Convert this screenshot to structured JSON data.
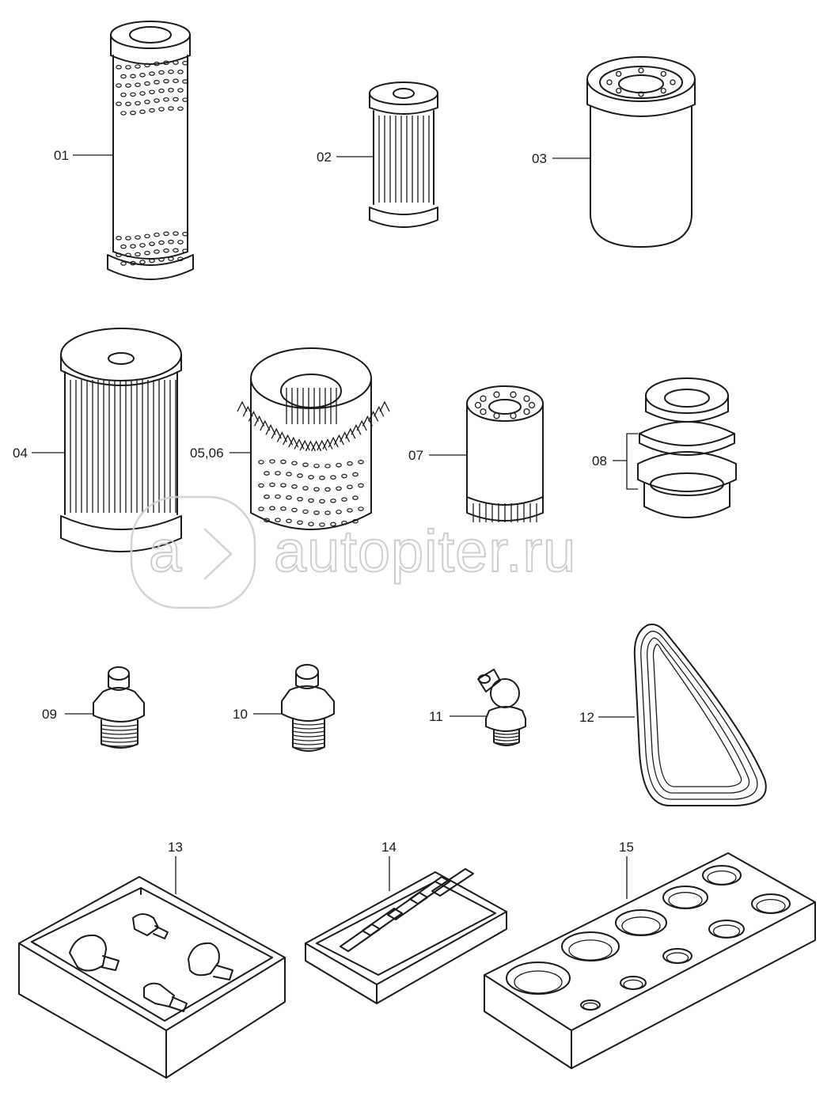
{
  "parts": [
    {
      "label": "01",
      "name": "perforated cylindrical filter element"
    },
    {
      "label": "02",
      "name": "small pleated filter element"
    },
    {
      "label": "03",
      "name": "canister filter"
    },
    {
      "label": "04",
      "name": "large pleated filter element"
    },
    {
      "label": "05,06",
      "name": "air filter element with star pleats"
    },
    {
      "label": "07",
      "name": "spin-on oil filter"
    },
    {
      "label": "08",
      "name": "two-piece filter set"
    },
    {
      "label": "09",
      "name": "straight grease nipple"
    },
    {
      "label": "10",
      "name": "straight grease nipple"
    },
    {
      "label": "11",
      "name": "angled grease nipple"
    },
    {
      "label": "12",
      "name": "V-belt"
    },
    {
      "label": "13",
      "name": "grease nipple kit tray"
    },
    {
      "label": "14",
      "name": "fuse kit tray"
    },
    {
      "label": "15",
      "name": "plug block"
    }
  ],
  "watermark": {
    "text": "autopiter.ru",
    "logo_letter": "a"
  }
}
